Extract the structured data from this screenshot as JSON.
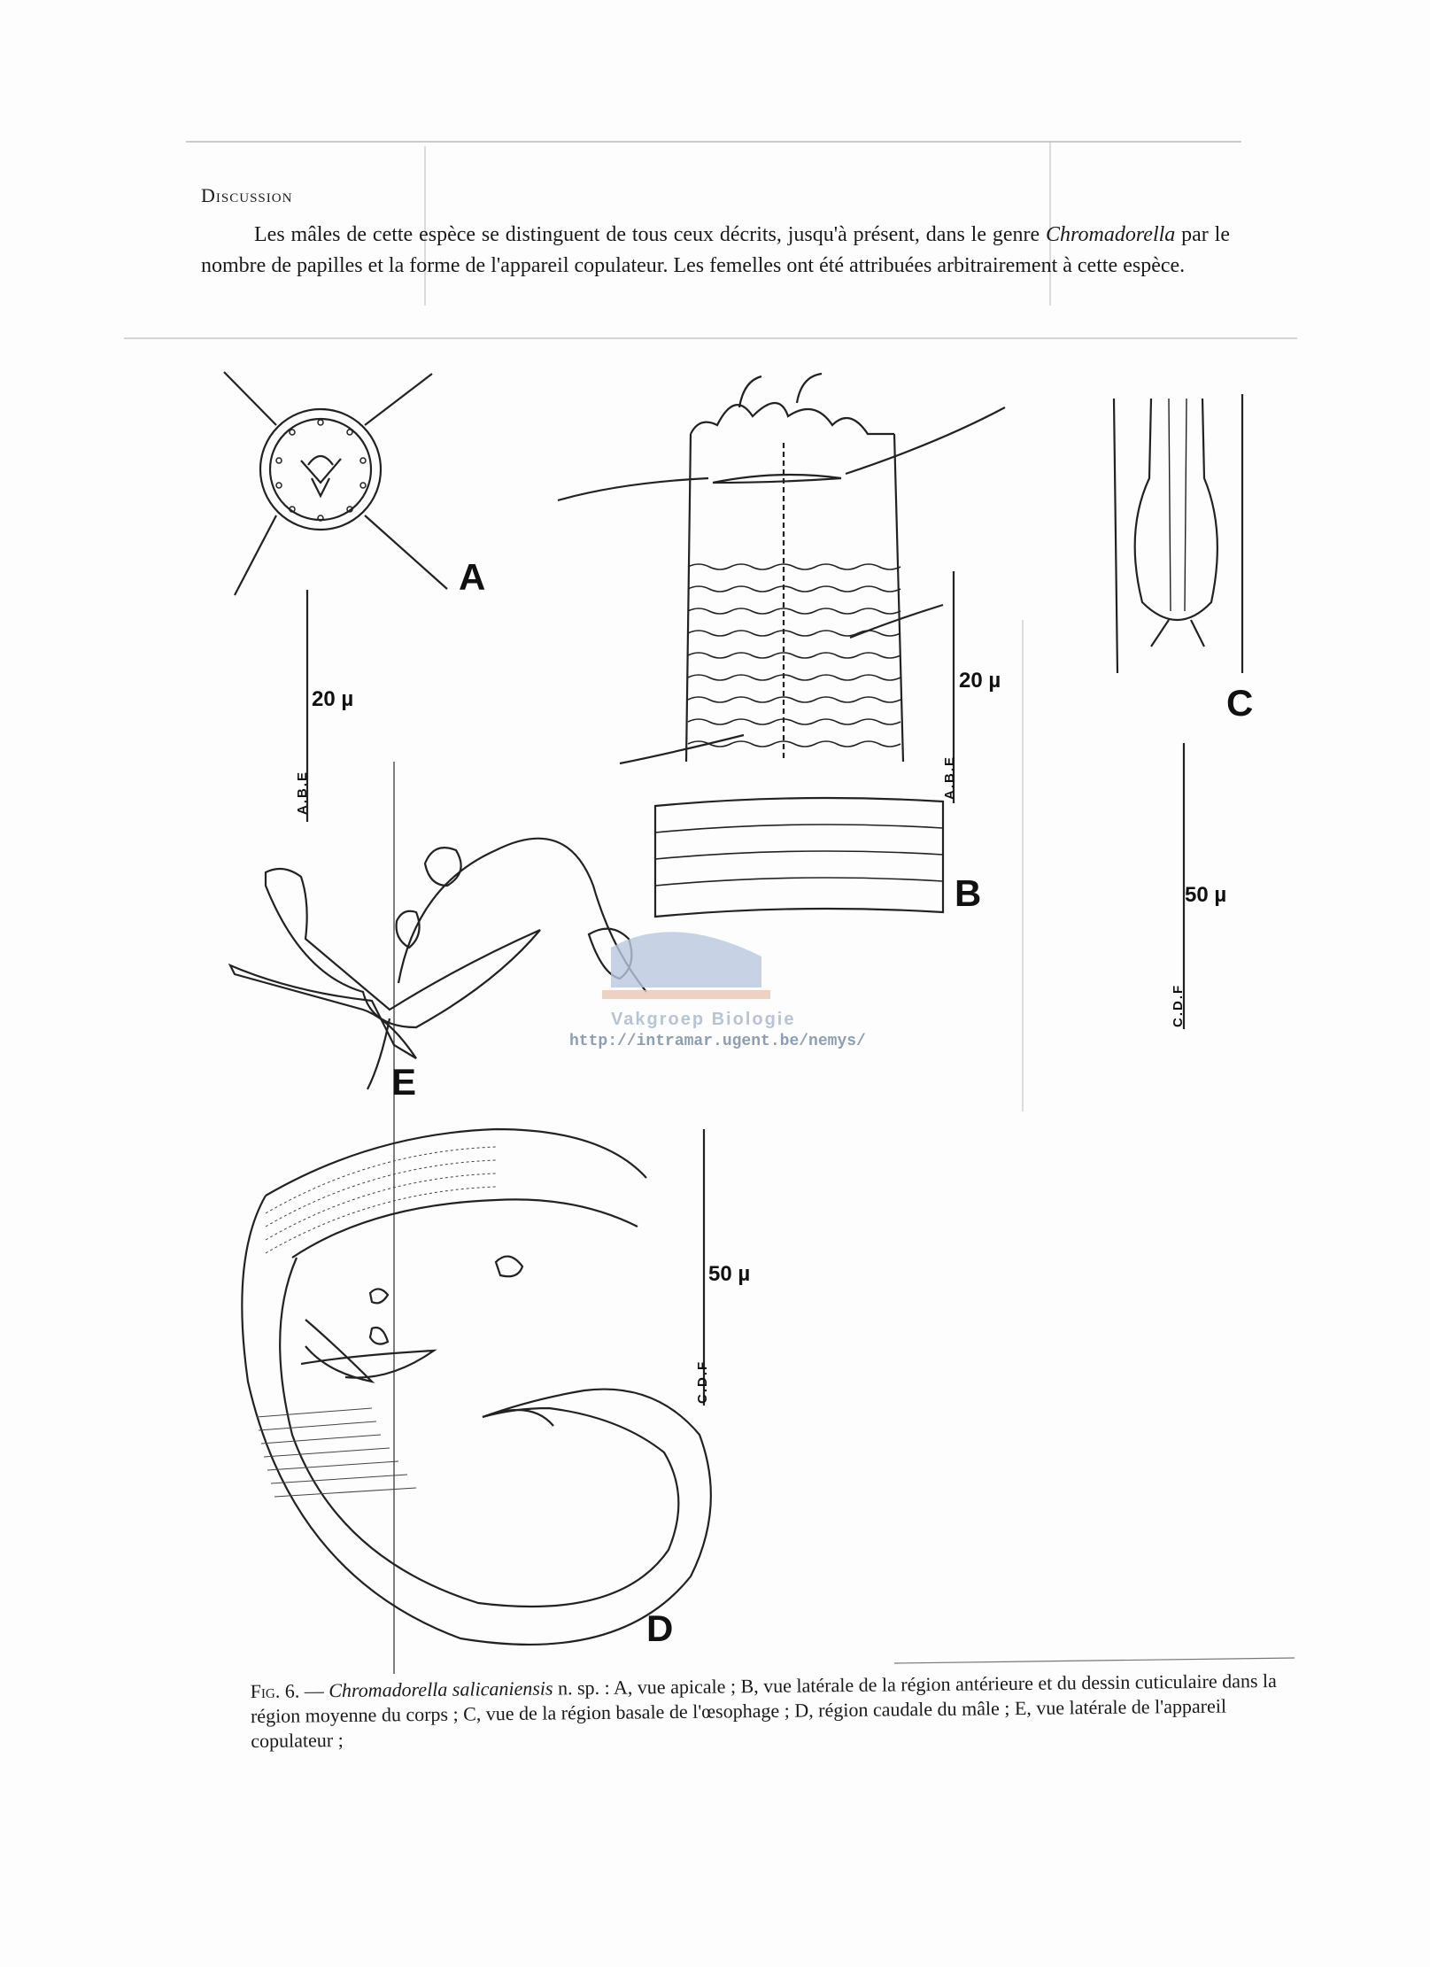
{
  "discussion": {
    "heading": "Discussion",
    "paragraph_parts": [
      "Les mâles de cette espèce se distinguent de tous ceux décrits, jusqu'à présent, dans le genre ",
      "Chromadorella",
      " par le nombre de papilles et la forme de l'appareil copulateur. Les femelles ont été attribuées arbitrairement à cette espèce."
    ]
  },
  "figure": {
    "panel_labels": {
      "a": "A",
      "b": "B",
      "c": "C",
      "d": "D",
      "e": "E"
    },
    "scale_bars": {
      "a": {
        "value": "20 µ",
        "group": "A.B.E"
      },
      "b": {
        "value": "20 µ",
        "group": "A.B.E"
      },
      "c": {
        "value": "50 µ",
        "group": "C.D.F"
      },
      "d": {
        "value": "50 µ",
        "group": "C.D.F"
      }
    },
    "watermark": {
      "name": "Vakgroep Biologie",
      "url": "http://intramar.ugent.be/nemys/"
    }
  },
  "caption": {
    "prefix": "Fig. 6. — ",
    "species": "Chromadorella salicaniensis",
    "text": " n. sp. : A, vue apicale ; B, vue latérale de la région antérieure et du dessin cuticulaire dans la région moyenne du corps ; C, vue de la région basale de l'œsophage ; D, région caudale du mâle ; E, vue latérale de l'appareil copulateur ;"
  }
}
